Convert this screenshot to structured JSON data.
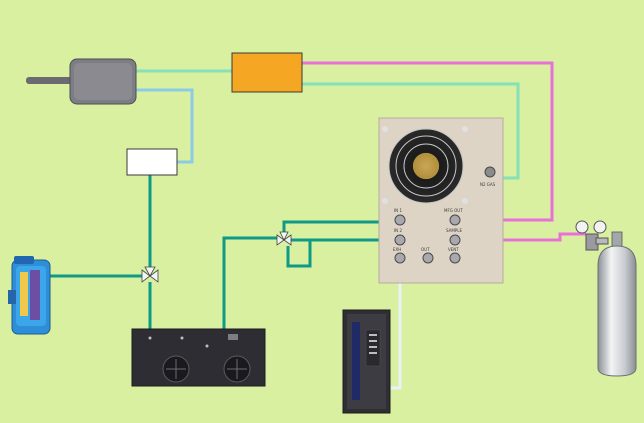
{
  "colors": {
    "background": "#d8f0a0",
    "line_teal": "#0f9a86",
    "line_light_blue": "#8ccbe6",
    "line_pink": "#e870d8",
    "line_mint": "#86e0b8",
    "line_white": "#e9f2f6",
    "orange_box": "#f5a623",
    "panel": "#ddd4c6",
    "dark_device": "#2d2d33",
    "probe": "#7d7d84"
  },
  "labels": {
    "panel_top_left": "IN 1",
    "panel_top_right": "MFG OUT",
    "panel_mid_left": "IN 2",
    "panel_mid_right": "SAMPLE",
    "panel_low_left": "EXH",
    "panel_low_right": "VENT",
    "panel_small_corner": "OUT",
    "fan_port_label": "N2 GAS"
  },
  "icons": {
    "valve": "three-way-valve-icon",
    "regulator": "pressure-regulator-icon",
    "fan": "fan-icon"
  }
}
